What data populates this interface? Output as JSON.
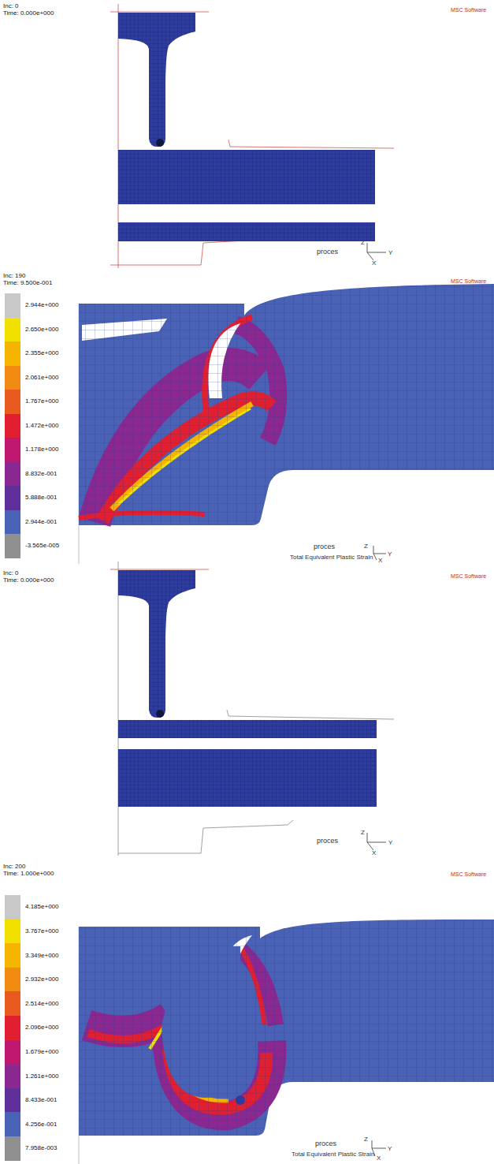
{
  "diagram": {
    "labels": [
      "Inc: 0",
      "Time: 0.000e+000",
      "MSC Software",
      "proces",
      "Z",
      "Y",
      "X",
      "Inc: 190",
      "Time: 9.500e-001",
      "MSC Software",
      "proces",
      "Total Equivalent Plastic Strain",
      "Z",
      "Y",
      "X",
      "Inc: 0",
      "Time: 0.000e+000",
      "MSC Software",
      "proces",
      "Z",
      "Y",
      "X",
      "Inc: 200",
      "Time: 1.000e+000",
      "MSC Software",
      "proces",
      "Total Equivalent Plastic Strain",
      "Z",
      "Y",
      "X"
    ],
    "legend": [
      {
        "text": "2.944e+000",
        "color": "#c8c8c8"
      },
      {
        "text": "2.650e+000",
        "color": "#f2e000"
      },
      {
        "text": "2.355e+000",
        "color": "#f5b400"
      },
      {
        "text": "2.061e+000",
        "color": "#f08a10"
      },
      {
        "text": "1.767e+000",
        "color": "#e85a20"
      },
      {
        "text": "1.472e+000",
        "color": "#e02030"
      },
      {
        "text": "1.178e+000",
        "color": "#c01870"
      },
      {
        "text": "8.832e-001",
        "color": "#8a2890"
      },
      {
        "text": "5.888e-001",
        "color": "#60309a"
      },
      {
        "text": "2.944e-001",
        "color": "#4a62b5"
      },
      {
        "text": "-3.565e-005",
        "color": "#909090"
      },
      {
        "text": "4.185e+000",
        "color": "#c8c8c8"
      },
      {
        "text": "3.767e+000",
        "color": "#f2e000"
      },
      {
        "text": "3.349e+000",
        "color": "#f5b400"
      },
      {
        "text": "2.932e+000",
        "color": "#f08a10"
      },
      {
        "text": "2.514e+000",
        "color": "#e85a20"
      },
      {
        "text": "2.096e+000",
        "color": "#e02030"
      },
      {
        "text": "1.679e+000",
        "color": "#c01870"
      },
      {
        "text": "1.261e+000",
        "color": "#8a2890"
      },
      {
        "text": "8.433e-001",
        "color": "#60309a"
      },
      {
        "text": "4.256e-001",
        "color": "#4a62b5"
      },
      {
        "text": "7.958e-003",
        "color": "#909090"
      }
    ]
  }
}
